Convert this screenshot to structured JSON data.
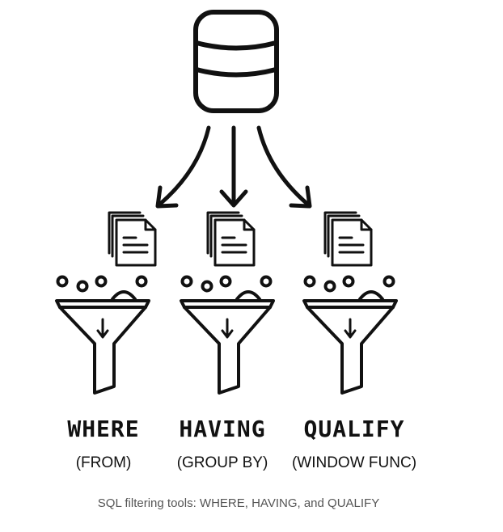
{
  "filters": [
    {
      "name": "WHERE",
      "subtitle": "(FROM)"
    },
    {
      "name": "HAVING",
      "subtitle": "(GROUP BY)"
    },
    {
      "name": "QUALIFY",
      "subtitle": "(WINDOW FUNC)"
    }
  ],
  "caption": "SQL filtering tools: WHERE, HAVING, and QUALIFY",
  "icons": {
    "source": "database-icon",
    "flow": "arrow-icon",
    "document": "document-icon",
    "filter": "funnel-icon"
  },
  "colors": {
    "ink": "#111111",
    "caption": "#555555",
    "background": "#ffffff"
  }
}
